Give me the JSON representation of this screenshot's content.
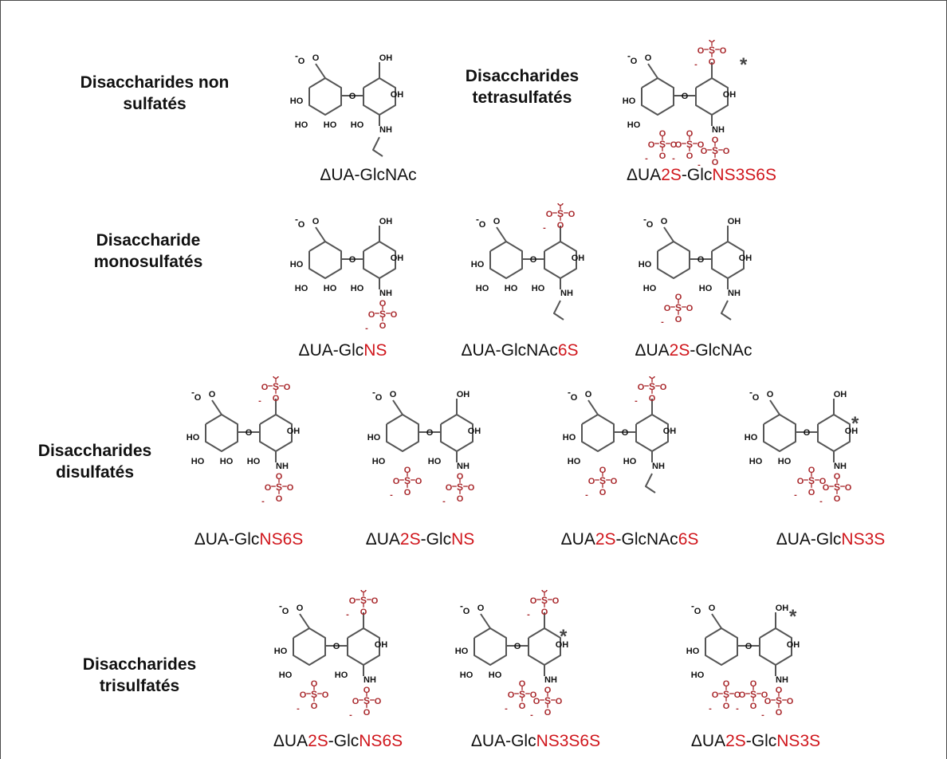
{
  "categories": {
    "non_sulf": [
      "Disaccharides non",
      "sulfatés"
    ],
    "tetra": [
      "Disaccharides",
      "tetrasulfatés"
    ],
    "mono": [
      "Disaccharide",
      "monosulfatés"
    ],
    "di": [
      "Disaccharides",
      "disulfatés"
    ],
    "tri": [
      "Disaccharides",
      "trisulfatés"
    ]
  },
  "compounds": [
    {
      "id": "dua-glcnac",
      "parts": [
        {
          "t": "ΔUA-GlcNAc",
          "red": false
        }
      ],
      "star": false,
      "s2": false,
      "s6": false,
      "ns": false,
      "s3": false
    },
    {
      "id": "dua2s-glcns3s6s",
      "parts": [
        {
          "t": "ΔUA",
          "red": false
        },
        {
          "t": "2S",
          "red": true
        },
        {
          "t": "-Glc",
          "red": false
        },
        {
          "t": "NS3S6S",
          "red": true
        }
      ],
      "star": true,
      "s2": true,
      "s6": true,
      "ns": true,
      "s3": true
    },
    {
      "id": "dua-glcns",
      "parts": [
        {
          "t": "ΔUA-Glc",
          "red": false
        },
        {
          "t": "NS",
          "red": true
        }
      ],
      "star": false,
      "s2": false,
      "s6": false,
      "ns": true,
      "s3": false
    },
    {
      "id": "dua-glcnac6s",
      "parts": [
        {
          "t": "ΔUA-GlcNAc",
          "red": false
        },
        {
          "t": "6S",
          "red": true
        }
      ],
      "star": false,
      "s2": false,
      "s6": true,
      "ns": false,
      "s3": false
    },
    {
      "id": "dua2s-glcnac",
      "parts": [
        {
          "t": "ΔUA",
          "red": false
        },
        {
          "t": "2S",
          "red": true
        },
        {
          "t": "-GlcNAc",
          "red": false
        }
      ],
      "star": false,
      "s2": true,
      "s6": false,
      "ns": false,
      "s3": false
    },
    {
      "id": "dua-glcns6s",
      "parts": [
        {
          "t": "ΔUA-Glc",
          "red": false
        },
        {
          "t": "NS6S",
          "red": true
        }
      ],
      "star": false,
      "s2": false,
      "s6": true,
      "ns": true,
      "s3": false
    },
    {
      "id": "dua2s-glcns",
      "parts": [
        {
          "t": "ΔUA",
          "red": false
        },
        {
          "t": "2S",
          "red": true
        },
        {
          "t": "-Glc",
          "red": false
        },
        {
          "t": "NS",
          "red": true
        }
      ],
      "star": false,
      "s2": true,
      "s6": false,
      "ns": true,
      "s3": false
    },
    {
      "id": "dua2s-glcnac6s",
      "parts": [
        {
          "t": "ΔUA",
          "red": false
        },
        {
          "t": "2S",
          "red": true
        },
        {
          "t": "-GlcNAc",
          "red": false
        },
        {
          "t": "6S",
          "red": true
        }
      ],
      "star": false,
      "s2": true,
      "s6": true,
      "ns": false,
      "s3": false
    },
    {
      "id": "dua-glcns3s",
      "parts": [
        {
          "t": "ΔUA-Glc",
          "red": false
        },
        {
          "t": "NS3S",
          "red": true
        }
      ],
      "star": true,
      "s2": false,
      "s6": false,
      "ns": true,
      "s3": true
    },
    {
      "id": "dua2s-glcns6s",
      "parts": [
        {
          "t": "ΔUA",
          "red": false
        },
        {
          "t": "2S",
          "red": true
        },
        {
          "t": "-Glc",
          "red": false
        },
        {
          "t": "NS6S",
          "red": true
        }
      ],
      "star": false,
      "s2": true,
      "s6": true,
      "ns": true,
      "s3": false
    },
    {
      "id": "dua-glcns3s6s",
      "parts": [
        {
          "t": "ΔUA-Glc",
          "red": false
        },
        {
          "t": "NS3S6S",
          "red": true
        }
      ],
      "star": true,
      "s2": false,
      "s6": true,
      "ns": true,
      "s3": true
    },
    {
      "id": "dua2s-glcns3s",
      "parts": [
        {
          "t": "ΔUA",
          "red": false
        },
        {
          "t": "2S",
          "red": true
        },
        {
          "t": "-Glc",
          "red": false
        },
        {
          "t": "NS3S",
          "red": true
        }
      ],
      "star": true,
      "s2": true,
      "s6": false,
      "ns": true,
      "s3": true
    }
  ],
  "atom_labels": {
    "carboxylate": "O",
    "ring_o": "O",
    "ho": "HO",
    "oh": "OH",
    "nh": "NH",
    "sulfate_s": "S",
    "sulfate_o": "O",
    "charge": "-",
    "star": "*"
  },
  "colors": {
    "black": "#111111",
    "red": "#d0161c",
    "bond": "#555555",
    "sulfate": "#a8262a",
    "border": "#4a4a4a"
  }
}
